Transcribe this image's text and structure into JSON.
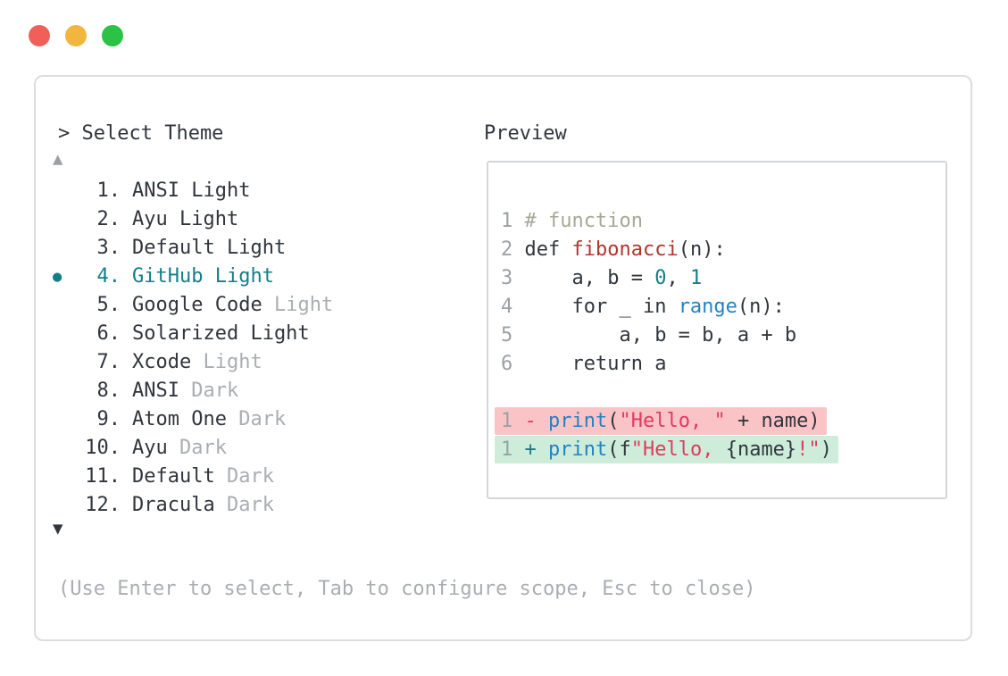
{
  "window": {
    "controls": [
      {
        "name": "close",
        "color_key": "dot-red"
      },
      {
        "name": "minimize",
        "color_key": "dot-yellow"
      },
      {
        "name": "zoom",
        "color_key": "dot-green"
      }
    ],
    "prompt": "> Select Theme",
    "scroll_up_icon": "▲",
    "scroll_down_icon": "▼",
    "help_text": "(Use Enter to select, Tab to configure scope, Esc to close)"
  },
  "theme_list": {
    "selected_marker": "●",
    "items": [
      {
        "num": "1.",
        "name": "ANSI Light",
        "muted": "",
        "selected": false
      },
      {
        "num": "2.",
        "name": "Ayu Light",
        "muted": "",
        "selected": false
      },
      {
        "num": "3.",
        "name": "Default Light",
        "muted": "",
        "selected": false
      },
      {
        "num": "4.",
        "name": "GitHub Light",
        "muted": "",
        "selected": true
      },
      {
        "num": "5.",
        "name": "Google Code ",
        "muted": "Light",
        "selected": false
      },
      {
        "num": "6.",
        "name": "Solarized Light",
        "muted": "",
        "selected": false
      },
      {
        "num": "7.",
        "name": "Xcode ",
        "muted": "Light",
        "selected": false
      },
      {
        "num": "8.",
        "name": "ANSI ",
        "muted": "Dark",
        "selected": false
      },
      {
        "num": "9.",
        "name": "Atom One ",
        "muted": "Dark",
        "selected": false
      },
      {
        "num": "10.",
        "name": "Ayu ",
        "muted": "Dark",
        "selected": false
      },
      {
        "num": "11.",
        "name": "Default ",
        "muted": "Dark",
        "selected": false
      },
      {
        "num": "12.",
        "name": "Dracula ",
        "muted": "Dark",
        "selected": false
      }
    ]
  },
  "preview": {
    "label": "Preview",
    "lines": [
      {
        "num": "1",
        "diff": "",
        "tokens": [
          [
            "c",
            "# function"
          ]
        ]
      },
      {
        "num": "2",
        "diff": "",
        "tokens": [
          [
            "d",
            "def "
          ],
          [
            "r",
            "fibonacci"
          ],
          [
            "d",
            "(n):"
          ]
        ]
      },
      {
        "num": "3",
        "diff": "",
        "tokens": [
          [
            "d",
            "    a, b = "
          ],
          [
            "t",
            "0"
          ],
          [
            "d",
            ", "
          ],
          [
            "t",
            "1"
          ]
        ]
      },
      {
        "num": "4",
        "diff": "",
        "tokens": [
          [
            "d",
            "    for _ in "
          ],
          [
            "b",
            "range"
          ],
          [
            "d",
            "(n):"
          ]
        ]
      },
      {
        "num": "5",
        "diff": "",
        "tokens": [
          [
            "d",
            "        a, b = b, a + b"
          ]
        ]
      },
      {
        "num": "6",
        "diff": "",
        "tokens": [
          [
            "d",
            "    return a"
          ]
        ]
      },
      {
        "num": "",
        "diff": "",
        "tokens": []
      },
      {
        "num": "1",
        "diff": "removed",
        "tokens": [
          [
            "s",
            "- "
          ],
          [
            "b",
            "print"
          ],
          [
            "d",
            "("
          ],
          [
            "s",
            "\"Hello, \""
          ],
          [
            "d",
            " + name)"
          ]
        ]
      },
      {
        "num": "1",
        "diff": "added",
        "tokens": [
          [
            "t",
            "+ "
          ],
          [
            "b",
            "print"
          ],
          [
            "d",
            "(f"
          ],
          [
            "s",
            "\"Hello, "
          ],
          [
            "d",
            "{name}"
          ],
          [
            "s",
            "!\""
          ],
          [
            "d",
            ")"
          ]
        ]
      }
    ]
  },
  "colors": {
    "dot-red": "#f16058",
    "dot-yellow": "#f1b63d",
    "dot-green": "#2cc245",
    "border-outer": "#dbdddf",
    "border-inner": "#d4d6d9",
    "text-dark": "#30363d",
    "text-muted": "#aaaeb2",
    "ln-gray": "#9ba1a6",
    "arrow-gray": "#9ba0a5",
    "teal": "#147e88",
    "kw-blue": "#2383c2",
    "func-red": "#b1352f",
    "string-red": "#e03b5d",
    "comment": "#a5aa96",
    "diff-red-bg": "#fac4c7",
    "diff-green-bg": "#cdecd9"
  }
}
